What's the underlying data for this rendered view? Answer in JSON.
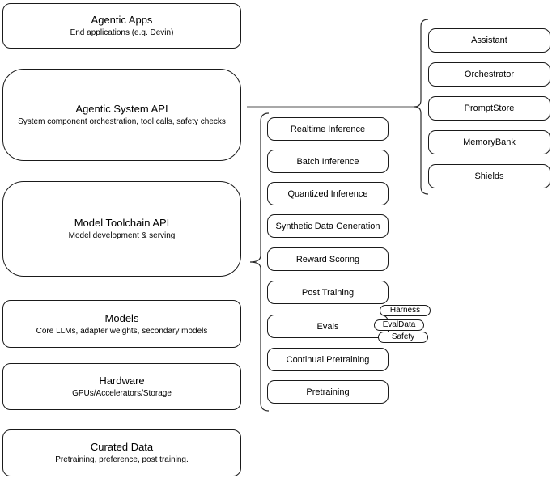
{
  "diagram": {
    "left_column": [
      {
        "title": "Agentic Apps",
        "subtitle": "End applications (e.g. Devin)"
      },
      {
        "title": "Agentic System API",
        "subtitle": "System component orchestration, tool calls, safety checks"
      },
      {
        "title": "Model Toolchain API",
        "subtitle": "Model development & serving"
      },
      {
        "title": "Models",
        "subtitle": "Core LLMs, adapter weights, secondary models"
      },
      {
        "title": "Hardware",
        "subtitle": "GPUs/Accelerators/Storage"
      },
      {
        "title": "Curated Data",
        "subtitle": "Pretraining, preference, post training."
      }
    ],
    "toolchain_items": [
      "Realtime Inference",
      "Batch Inference",
      "Quantized Inference",
      "Synthetic Data Generation",
      "Reward Scoring",
      "Post Training",
      "Evals",
      "Continual Pretraining",
      "Pretraining"
    ],
    "eval_tags": [
      "Harness",
      "EvalData",
      "Safety"
    ],
    "system_components": [
      "Assistant",
      "Orchestrator",
      "PromptStore",
      "MemoryBank",
      "Shields"
    ],
    "colors": {
      "box_stroke": "#1a1a1a",
      "box_fill": "#ffffff",
      "connector": "#737373",
      "background": "#ffffff",
      "text": "#000000"
    }
  }
}
